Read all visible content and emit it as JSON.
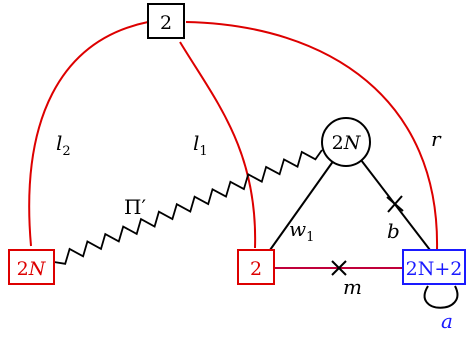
{
  "colors": {
    "black": "#000000",
    "red": "#dd0000",
    "blue": "#1a1aff",
    "crimson": "#c0003a",
    "white": "#ffffff"
  },
  "nodes": {
    "top": {
      "text": "2",
      "color": "black"
    },
    "left": {
      "text": "2",
      "italic": "N",
      "color": "red"
    },
    "center": {
      "text": "2",
      "color": "red"
    },
    "circle": {
      "text": "2",
      "italic": "N",
      "color": "black"
    },
    "right": {
      "text": "2N+2",
      "color": "blue"
    }
  },
  "labels": {
    "l2": {
      "base": "l",
      "sub": "2"
    },
    "l1": {
      "base": "l",
      "sub": "1"
    },
    "r": {
      "base": "r"
    },
    "pi": {
      "text": "Π′"
    },
    "w1": {
      "base": "w",
      "sub": "1"
    },
    "b": {
      "base": "b"
    },
    "m": {
      "base": "m"
    },
    "a": {
      "base": "a"
    }
  },
  "edges": [
    {
      "id": "top-left",
      "color": "red",
      "kind": "curve"
    },
    {
      "id": "top-center",
      "color": "red",
      "kind": "curve"
    },
    {
      "id": "top-right",
      "color": "red",
      "kind": "curve"
    },
    {
      "id": "left-circle",
      "color": "black",
      "kind": "zigzag"
    },
    {
      "id": "center-circle",
      "color": "black",
      "kind": "line"
    },
    {
      "id": "circle-right",
      "color": "black",
      "kind": "line",
      "marked": true
    },
    {
      "id": "center-right",
      "color": "crimson",
      "kind": "line",
      "marked": true
    },
    {
      "id": "right-loop",
      "color": "black",
      "kind": "loop"
    }
  ]
}
